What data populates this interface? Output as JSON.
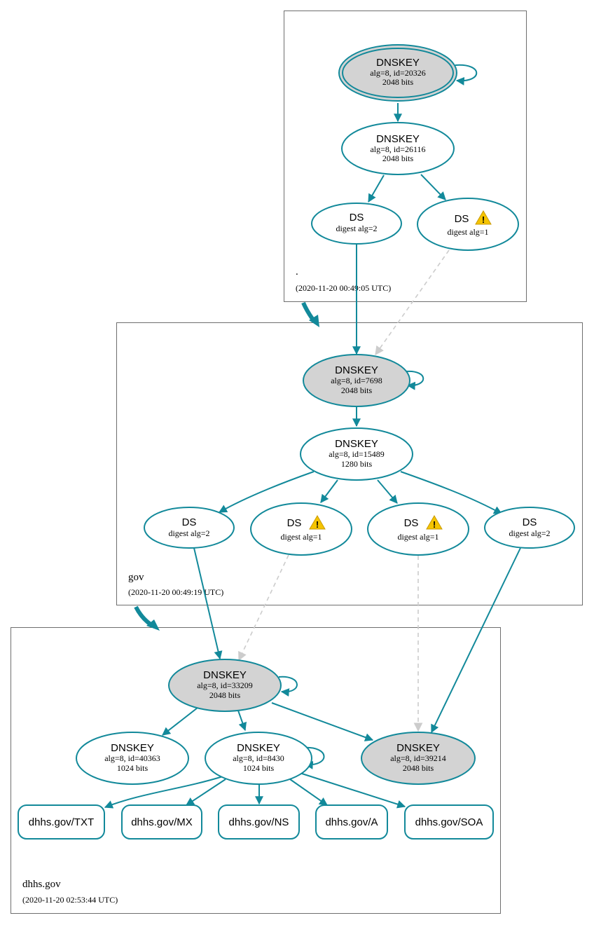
{
  "zones": {
    "root": {
      "name": ".",
      "timestamp": "(2020-11-20 00:49:05 UTC)"
    },
    "gov": {
      "name": "gov",
      "timestamp": "(2020-11-20 00:49:19 UTC)"
    },
    "dhhs": {
      "name": "dhhs.gov",
      "timestamp": "(2020-11-20 02:53:44 UTC)"
    }
  },
  "nodes": {
    "root_ksk": {
      "title": "DNSKEY",
      "line1": "alg=8, id=20326",
      "line2": "2048 bits"
    },
    "root_zsk": {
      "title": "DNSKEY",
      "line1": "alg=8, id=26116",
      "line2": "2048 bits"
    },
    "root_ds2": {
      "title": "DS",
      "line1": "digest alg=2"
    },
    "root_ds1": {
      "title": "DS",
      "line1": "digest alg=1"
    },
    "gov_ksk": {
      "title": "DNSKEY",
      "line1": "alg=8, id=7698",
      "line2": "2048 bits"
    },
    "gov_zsk": {
      "title": "DNSKEY",
      "line1": "alg=8, id=15489",
      "line2": "1280 bits"
    },
    "gov_ds_a": {
      "title": "DS",
      "line1": "digest alg=2"
    },
    "gov_ds_b": {
      "title": "DS",
      "line1": "digest alg=1"
    },
    "gov_ds_c": {
      "title": "DS",
      "line1": "digest alg=1"
    },
    "gov_ds_d": {
      "title": "DS",
      "line1": "digest alg=2"
    },
    "dhhs_ksk": {
      "title": "DNSKEY",
      "line1": "alg=8, id=33209",
      "line2": "2048 bits"
    },
    "dhhs_k40363": {
      "title": "DNSKEY",
      "line1": "alg=8, id=40363",
      "line2": "1024 bits"
    },
    "dhhs_zsk": {
      "title": "DNSKEY",
      "line1": "alg=8, id=8430",
      "line2": "1024 bits"
    },
    "dhhs_k39214": {
      "title": "DNSKEY",
      "line1": "alg=8, id=39214",
      "line2": "2048 bits"
    }
  },
  "records": {
    "txt": "dhhs.gov/TXT",
    "mx": "dhhs.gov/MX",
    "ns": "dhhs.gov/NS",
    "a": "dhhs.gov/A",
    "soa": "dhhs.gov/SOA"
  },
  "colors": {
    "edge": "#12899a",
    "dashed_edge": "#cccccc",
    "key_fill": "#d3d3d3",
    "warning": "#f5c400"
  },
  "icons": {
    "warning": "warning-icon"
  }
}
